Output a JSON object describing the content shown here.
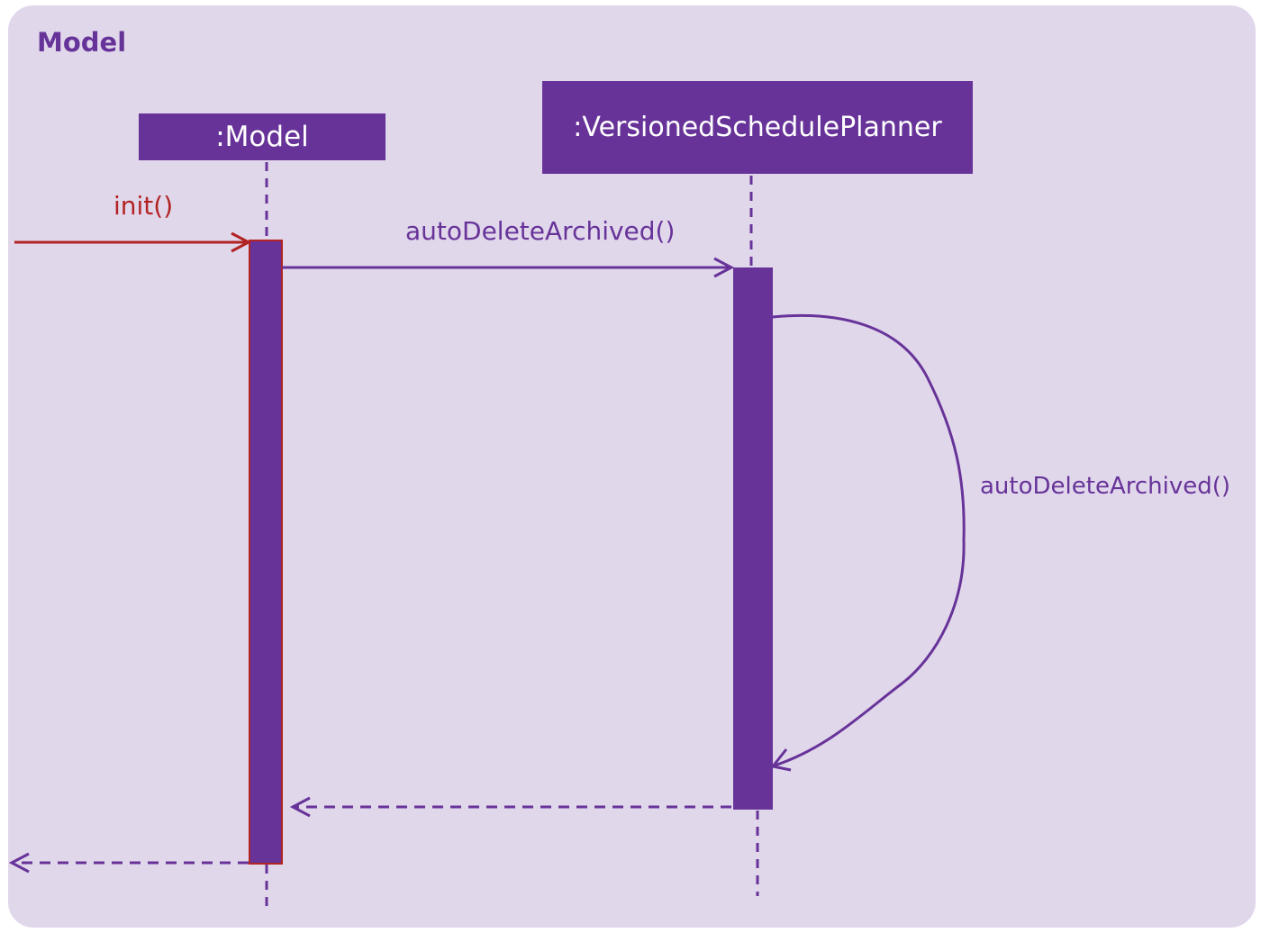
{
  "frame": {
    "title": "Model"
  },
  "lifelines": {
    "model": ":Model",
    "planner": ":VersionedSchedulePlanner"
  },
  "messages": {
    "init": "init()",
    "call": "autoDeleteArchived()",
    "self_call": "autoDeleteArchived()"
  },
  "colors": {
    "frame_bg": "#e1d7eb",
    "primary": "#673399",
    "init_arrow": "#b22323"
  }
}
